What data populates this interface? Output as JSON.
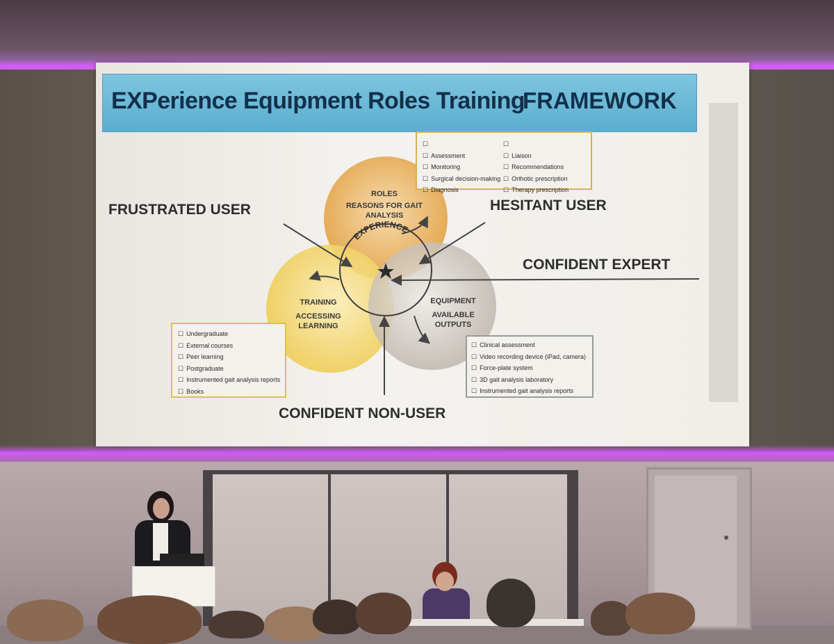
{
  "slide": {
    "title": "EXPerience Equipment Roles Training",
    "title_suffix": "FRAMEWORK"
  },
  "user_labels": {
    "frustrated": "FRUSTRATED USER",
    "hesitant": "HESITANT USER",
    "confident_expert": "CONFIDENT EXPERT",
    "confident_nonuser": "CONFIDENT NON-USER"
  },
  "circles": {
    "roles_title": "ROLES",
    "roles_sub": "REASONS FOR GAIT ANALYSIS",
    "training_title": "TRAINING",
    "training_sub": "ACCESSING LEARNING",
    "equipment_title": "EQUIPMENT",
    "equipment_sub": "AVAILABLE OUTPUTS",
    "experience": "EXPERIENCE"
  },
  "roles_box": {
    "col1": [
      "Assessment",
      "Monitoring",
      "Surgical decision-making",
      "Diagnosis"
    ],
    "col2": [
      "Liaison",
      "Recommendations",
      "Orthotic prescription",
      "Therapy prescription"
    ]
  },
  "training_box": [
    "Undergraduate",
    "External courses",
    "Peer learning",
    "Postgraduate",
    "Instrumented gait analysis reports",
    "Books"
  ],
  "equipment_box": [
    "Clinical assessment",
    "Video recording device (iPad, camera)",
    "Force-plate system",
    "3D gait analysis laboratory",
    "Instrumented gait analysis reports"
  ],
  "colors": {
    "banner": "#5aaed0",
    "roles_circle": "#e0a040",
    "training_circle": "#f0cf50",
    "equipment_circle": "#bdb6b0",
    "stage_light": "#d45cff"
  }
}
